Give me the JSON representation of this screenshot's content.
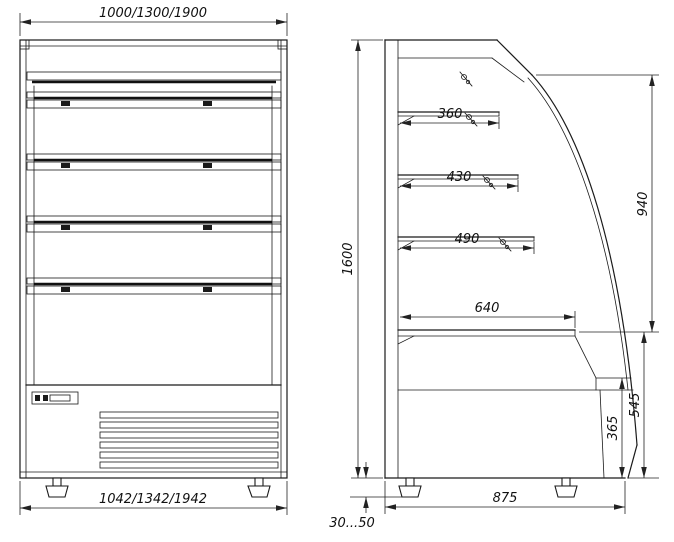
{
  "page": {
    "background": "#ffffff",
    "line_color": "#1a1a1a"
  },
  "drawing": {
    "front_view": {
      "top_width_label": "1000/1300/1900",
      "bottom_width_label": "1042/1342/1942"
    },
    "side_view": {
      "overall_height_label": "1600",
      "shelf_depth_labels": [
        "360",
        "430",
        "490",
        "640"
      ],
      "glass_front_height_label": "940",
      "bumper_height_label": "365",
      "base_height_label": "545",
      "overall_depth_label": "875",
      "leg_adjust_label": "30...50"
    }
  }
}
